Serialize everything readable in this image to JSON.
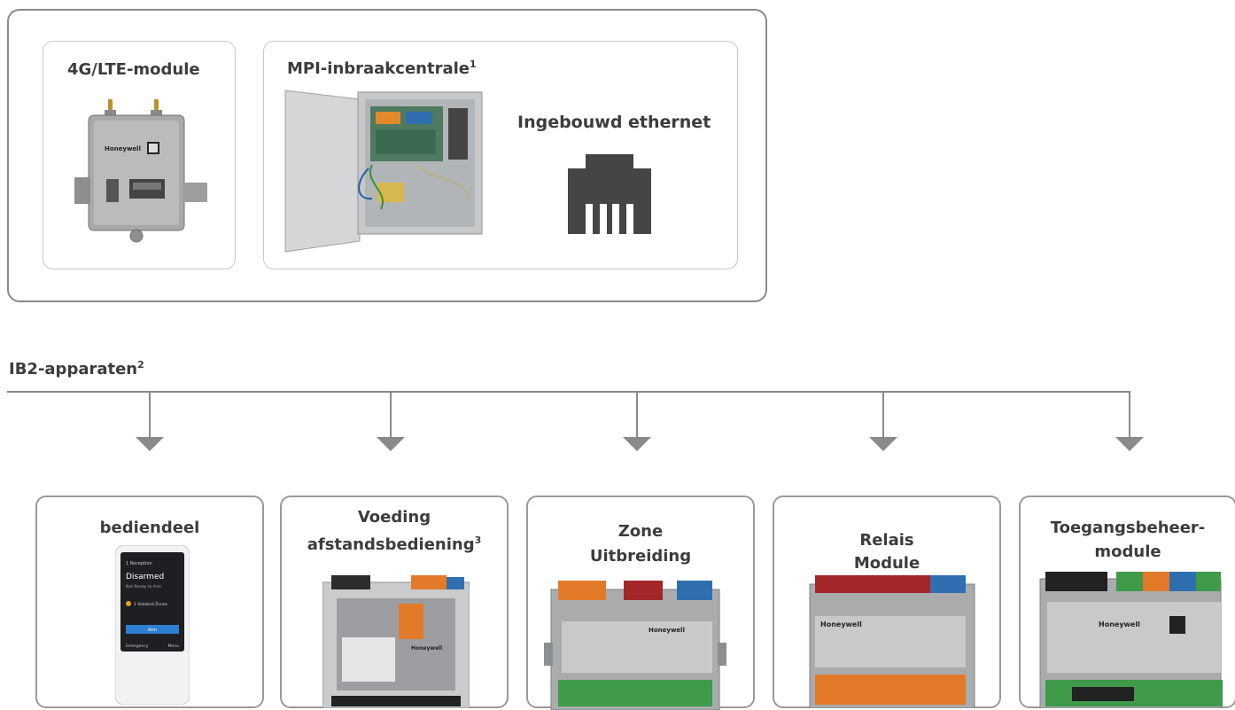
{
  "top_panel": {
    "module": {
      "title": "4G/LTE-module"
    },
    "mpi": {
      "title": "MPI-inbraakcentrale",
      "title_sup": "1",
      "ethernet_label": "Ingebouwd ethernet"
    }
  },
  "bus": {
    "label": "IB2-apparaten",
    "label_sup": "2"
  },
  "devices": [
    {
      "line1": "bediendeel",
      "line2": "",
      "sup": ""
    },
    {
      "line1": "Voeding",
      "line2": "afstandsbediening",
      "sup": "3"
    },
    {
      "line1": "Zone",
      "line2": "Uitbreiding",
      "sup": ""
    },
    {
      "line1": "Relais",
      "line2": "Module",
      "sup": ""
    },
    {
      "line1": "Toegangsbeheer-",
      "line2": "module",
      "sup": ""
    }
  ],
  "keypad_screen": {
    "header": "1 Reception",
    "status": "Disarmed",
    "sub": "Not Ready to Arm",
    "alert": "1 Violated Zones",
    "button": "Arm",
    "footer_left": "Emergency",
    "footer_right": "Menu"
  },
  "brand": "Honeywell",
  "colors": {
    "border": "#8a8a8a",
    "card_border": "#c8c8c8",
    "text": "#3c3c3c",
    "icon": "#454545"
  }
}
